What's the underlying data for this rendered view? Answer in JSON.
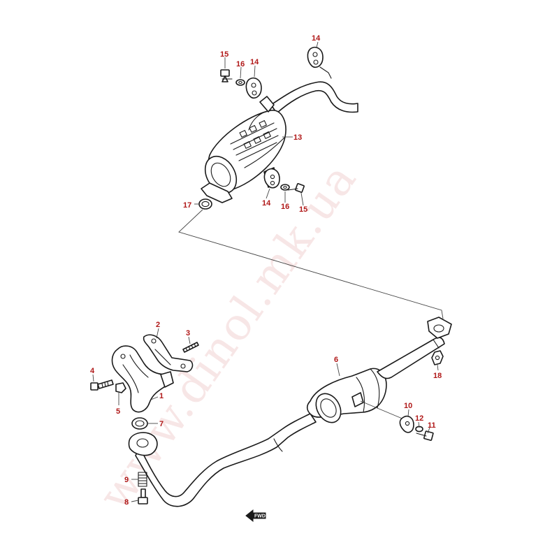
{
  "watermark": "www.dinol.mk.ua",
  "front_marker": "FWD",
  "callout_color": "#b01818",
  "callouts": [
    "1",
    "2",
    "3",
    "4",
    "5",
    "6",
    "7",
    "8",
    "9",
    "10",
    "11",
    "12",
    "13",
    "14",
    "14",
    "14",
    "15",
    "15",
    "16",
    "16",
    "17",
    "18"
  ]
}
